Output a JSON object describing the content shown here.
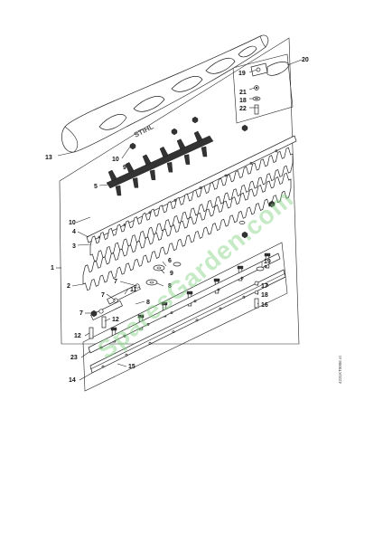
{
  "labels": [
    {
      "id": "13",
      "text": "13"
    },
    {
      "id": "20",
      "text": "20"
    },
    {
      "id": "19a",
      "text": "19"
    },
    {
      "id": "21",
      "text": "21"
    },
    {
      "id": "18a",
      "text": "18"
    },
    {
      "id": "22",
      "text": "22"
    },
    {
      "id": "10a",
      "text": "10"
    },
    {
      "id": "9a",
      "text": "9"
    },
    {
      "id": "5",
      "text": "5"
    },
    {
      "id": "10b",
      "text": "10"
    },
    {
      "id": "4",
      "text": "4"
    },
    {
      "id": "3",
      "text": "3"
    },
    {
      "id": "1",
      "text": "1"
    },
    {
      "id": "2",
      "text": "2"
    },
    {
      "id": "6",
      "text": "6"
    },
    {
      "id": "9b",
      "text": "9"
    },
    {
      "id": "8a",
      "text": "8"
    },
    {
      "id": "7a",
      "text": "7"
    },
    {
      "id": "11",
      "text": "11"
    },
    {
      "id": "7b",
      "text": "7"
    },
    {
      "id": "8b",
      "text": "8"
    },
    {
      "id": "7c",
      "text": "7"
    },
    {
      "id": "12a",
      "text": "12"
    },
    {
      "id": "12b",
      "text": "12"
    },
    {
      "id": "19b",
      "text": "19"
    },
    {
      "id": "17",
      "text": "17"
    },
    {
      "id": "18b",
      "text": "18"
    },
    {
      "id": "16",
      "text": "16"
    },
    {
      "id": "23",
      "text": "23"
    },
    {
      "id": "15",
      "text": "15"
    },
    {
      "id": "14",
      "text": "14"
    }
  ],
  "brand_logo": "STIHL",
  "watermark": "SparesGarden.com",
  "drawing_code": "4231KT0006 ot",
  "colors": {
    "line": "#222222",
    "background": "#ffffff",
    "watermark": "#7fd07f"
  }
}
